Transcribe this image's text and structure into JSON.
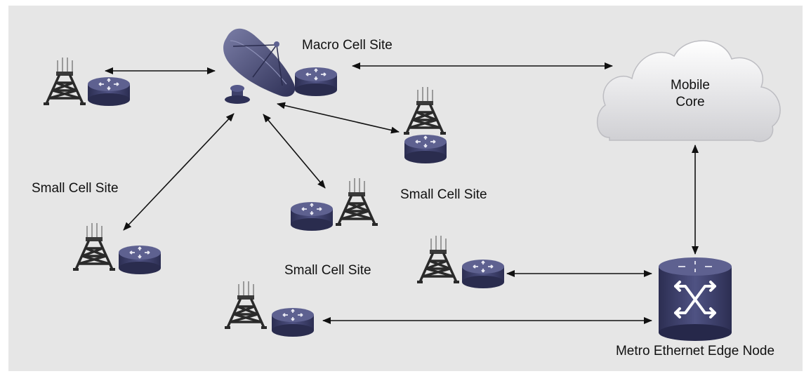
{
  "labels": {
    "macro": "Macro Cell Site",
    "small_left": "Small Cell Site",
    "small_center": "Small Cell Site",
    "small_bottom": "Small Cell Site",
    "core_line1": "Mobile",
    "core_line2": "Core",
    "edge_node": "Metro Ethernet Edge Node"
  },
  "colors": {
    "background": "#e6e6e6",
    "device": "#4a4d78",
    "device_top": "#5e6190",
    "tower": "#2a2a2a",
    "arrow": "#111111"
  },
  "icons": [
    "cell-tower-icon",
    "router-icon",
    "satellite-dish-icon",
    "cloud-icon",
    "ethernet-switch-icon"
  ]
}
